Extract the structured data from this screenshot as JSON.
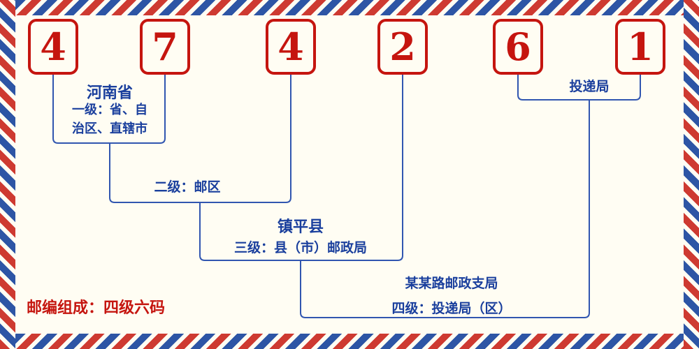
{
  "postal_code": {
    "digits": [
      "4",
      "7",
      "4",
      "2",
      "6",
      "1"
    ]
  },
  "annotations": {
    "level1_region": "河南省",
    "level1_desc_lines": [
      "一级：省、自",
      "治区、直辖市"
    ],
    "level2_desc": "二级：邮区",
    "level3_region": "镇平县",
    "level3_desc": "三级：县（市）邮政局",
    "level4_office": "某某路邮政支局",
    "level4_desc": "四级：投递局（区）",
    "delivery_office": "投递局",
    "composition_note": "邮编组成：四级六码"
  },
  "colors": {
    "red": "#c5150f",
    "blue-text": "#1a3f9d",
    "line-blue": "#3156b0",
    "stripe-red": "#ce3a31",
    "stripe-blue": "#2d55a5",
    "bg": "#fffdf3"
  }
}
